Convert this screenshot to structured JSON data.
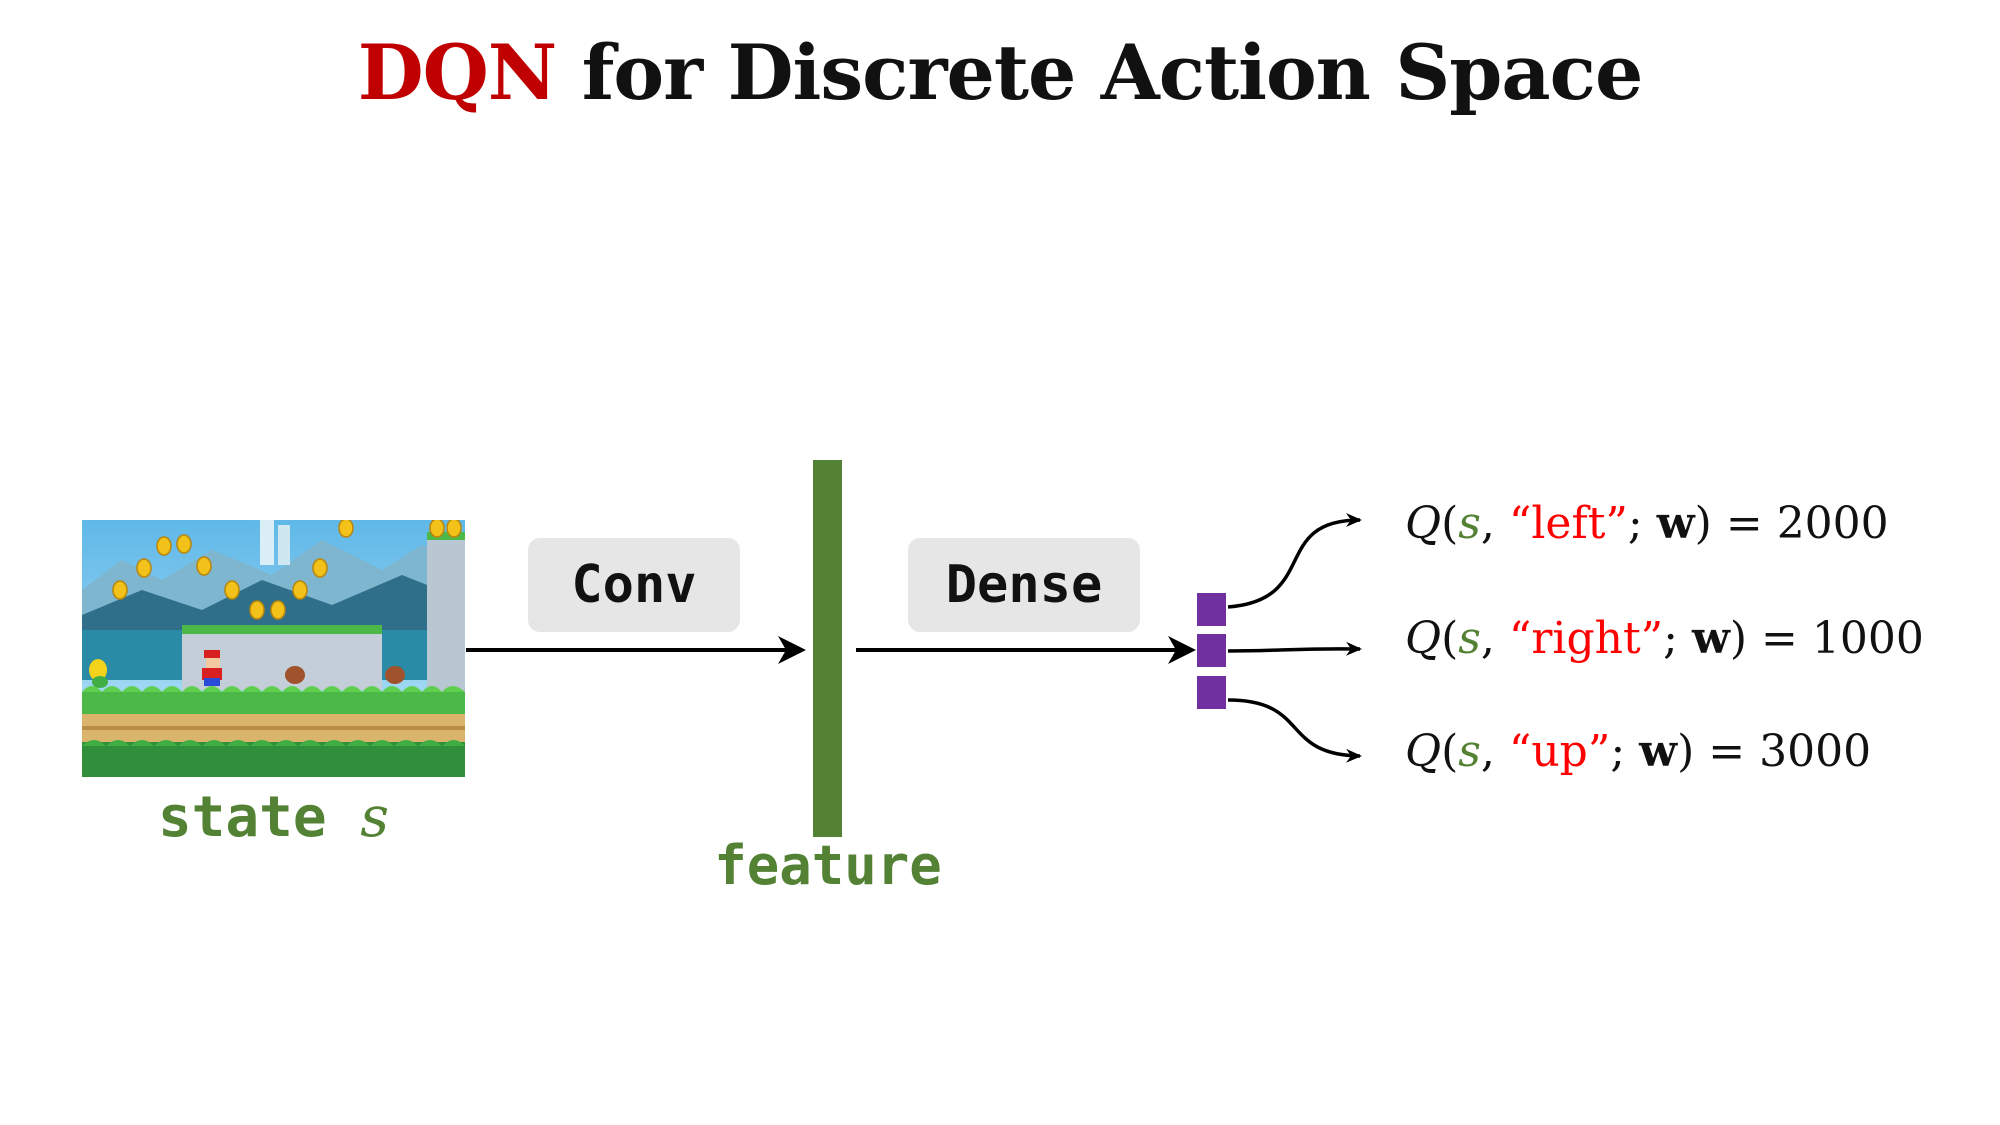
{
  "title": {
    "accent": "DQN",
    "rest": "for Discrete Action Space"
  },
  "state": {
    "label": "state",
    "var": "s",
    "image_icon": "super-mario-run-game-screenshot"
  },
  "layers": {
    "conv": "Conv",
    "dense": "Dense"
  },
  "feature": {
    "label": "feature"
  },
  "outputs": [
    {
      "q": "Q",
      "open": "(",
      "s": "s",
      "sep": ",",
      "action": "“left”",
      "semi": ";",
      "w": "w",
      "close": ")",
      "eq": "=",
      "value": "2000"
    },
    {
      "q": "Q",
      "open": "(",
      "s": "s",
      "sep": ",",
      "action": "“right”",
      "semi": ";",
      "w": "w",
      "close": ")",
      "eq": "=",
      "value": "1000"
    },
    {
      "q": "Q",
      "open": "(",
      "s": "s",
      "sep": ",",
      "action": "“up”",
      "semi": ";",
      "w": "w",
      "close": ")",
      "eq": "=",
      "value": "3000"
    }
  ],
  "colors": {
    "title_accent": "#c00000",
    "green": "#548235",
    "purple": "#7030a0",
    "action_red": "#ff0000",
    "layer_box": "#e6e6e6"
  }
}
